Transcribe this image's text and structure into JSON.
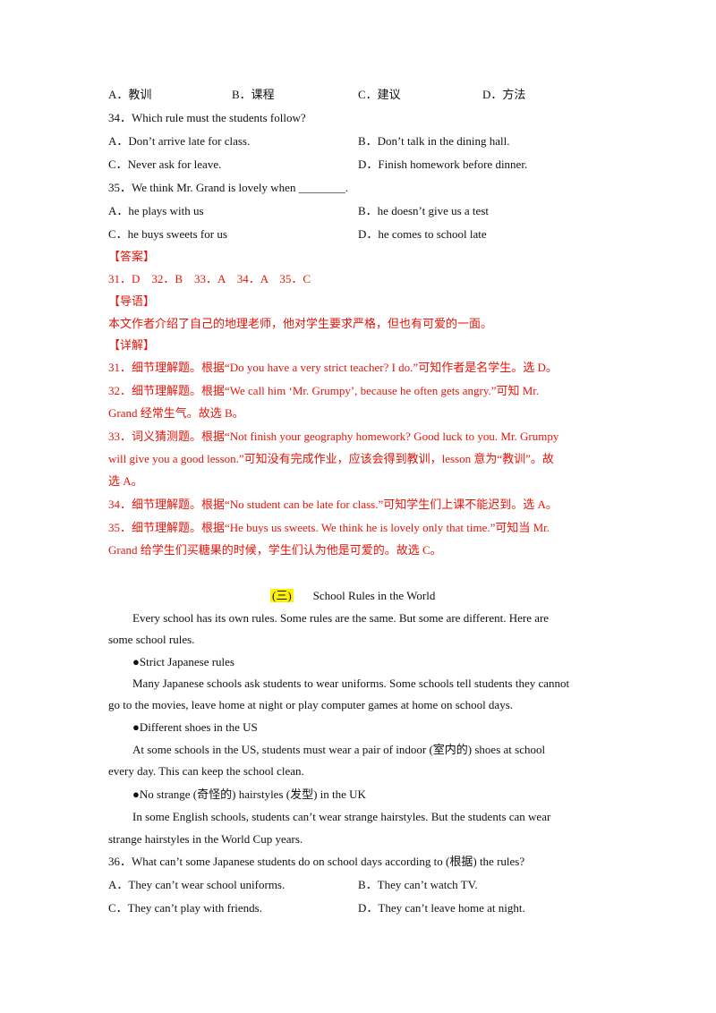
{
  "q33": {
    "options": [
      "A．教训",
      "B．课程",
      "C．建议",
      "D．方法"
    ]
  },
  "q34": {
    "stem": "34．Which rule must the students follow?",
    "a": "A．Don’t arrive late for class.",
    "b": "B．Don’t talk in the dining hall.",
    "c": "C．Never ask for leave.",
    "d": "D．Finish homework before dinner."
  },
  "q35": {
    "stem": "35．We think Mr. Grand is lovely when ________.",
    "a": "A．he plays with us",
    "b": "B．he doesn’t give us a test",
    "c": "C．he buys sweets for us",
    "d": "D．he comes to school late"
  },
  "answer": {
    "heading": "【答案】",
    "text": "31．D　32．B　33．A　34．A　35．C"
  },
  "guide": {
    "heading": "【导语】",
    "text": "本文作者介绍了自己的地理老师，他对学生要求严格，但也有可爱的一面。"
  },
  "detail": {
    "heading": "【详解】",
    "lines": [
      "31．细节理解题。根据“Do you have a very strict teacher? I do.”可知作者是名学生。选 D。",
      "32．细节理解题。根据“We call him ‘Mr. Grumpy’, because he often gets angry.”可知 Mr.",
      "Grand 经常生气。故选 B。",
      "33．词义猜测题。根据“Not finish your geography homework? Good luck to you. Mr. Grumpy",
      "will give you a good lesson.”可知没有完成作业，应该会得到教训，lesson 意为“教训”。故",
      "选 A。",
      "34．细节理解题。根据“No student can be late for class.”可知学生们上课不能迟到。选 A。",
      "35．细节理解题。根据“He buys us sweets. We think he is lovely only that time.”可知当 Mr.",
      "Grand 给学生们买糖果的时候，学生们认为他是可爱的。故选 C。"
    ]
  },
  "passage": {
    "section_mark": "(三)",
    "title": "School Rules in the World",
    "lines": [
      "Every school has its own rules. Some rules are the same. But some are different. Here are",
      "some school rules.",
      "●Strict Japanese rules",
      "Many Japanese schools ask students to wear uniforms. Some schools tell students they cannot",
      "go to the movies, leave home at night or play computer games at home on school days.",
      "●Different shoes in the US",
      "At some schools in the US, students must wear a pair of indoor (室内的) shoes at school",
      "every day. This can keep the school clean.",
      "●No strange (奇怪的) hairstyles (发型) in the UK",
      "In some English schools, students can’t wear strange hairstyles. But the students can wear",
      "strange hairstyles in the World Cup years."
    ]
  },
  "q36": {
    "stem": "36．What can’t some Japanese students do on school days according to (根据) the rules?",
    "a": "A．They can’t wear school uniforms.",
    "b": "B．They can’t watch TV.",
    "c": "C．They can’t play with friends.",
    "d": "D．They can’t leave home at night."
  }
}
